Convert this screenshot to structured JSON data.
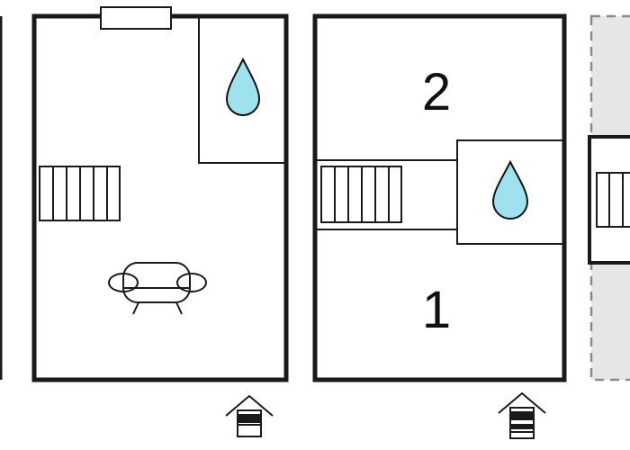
{
  "floorplan": {
    "rooms": [
      {
        "id": "room-2",
        "number": "2"
      },
      {
        "id": "room-1",
        "number": "1"
      }
    ],
    "icons": {
      "bathroom": "water-drop-icon",
      "living": "armchair-icon",
      "stairs": "stairs-icon",
      "entrance": "entrance-house-icon"
    },
    "colors": {
      "wall": "#1a1a1a",
      "water": "#9ee2ee",
      "neighbor_fill": "#e6e6e6"
    }
  }
}
